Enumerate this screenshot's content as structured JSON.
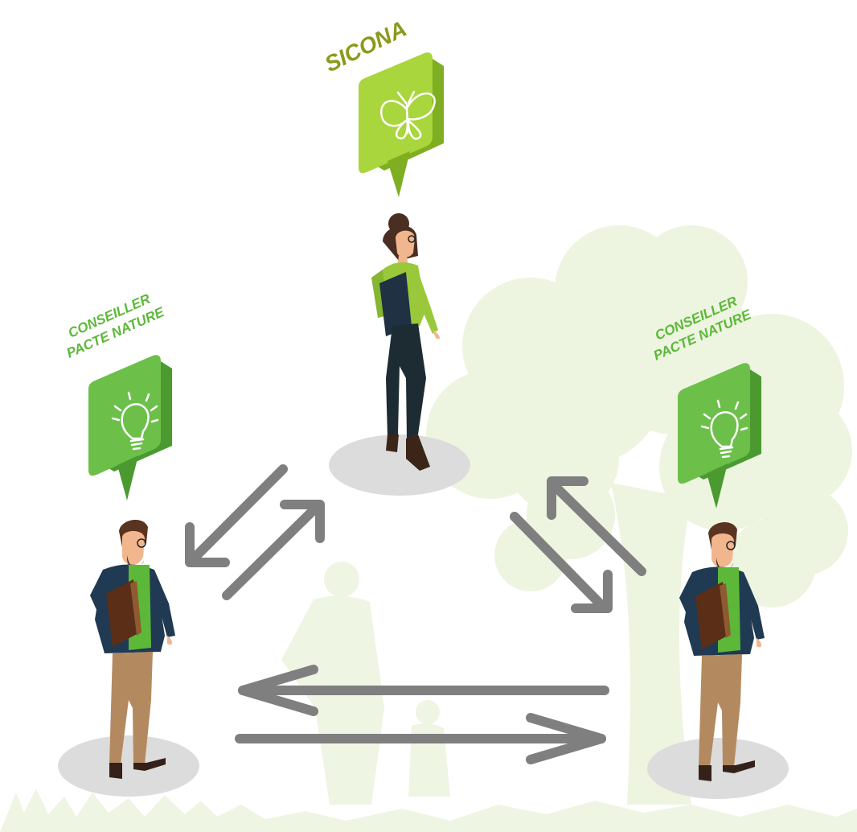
{
  "labels": {
    "top": "SICONA",
    "left_line1": "CONSEILLER",
    "left_line2": "PACTE NATURE",
    "right_line1": "CONSEILLER",
    "right_line2": "PACTE NATURE"
  },
  "icons": {
    "top_pin": "butterfly-icon",
    "left_pin": "lightbulb-icon",
    "right_pin": "lightbulb-icon"
  },
  "colors": {
    "label_olive": "#8a9a1a",
    "label_green": "#5db83a",
    "pin_lime_top": "#a9d53d",
    "pin_lime_side": "#7fae22",
    "pin_green_top": "#6cc04a",
    "pin_green_side": "#4b9a30",
    "arrow": "#7f7f7f",
    "tree_bg": "#edf5e0",
    "shadow": "#dcdcdc"
  }
}
